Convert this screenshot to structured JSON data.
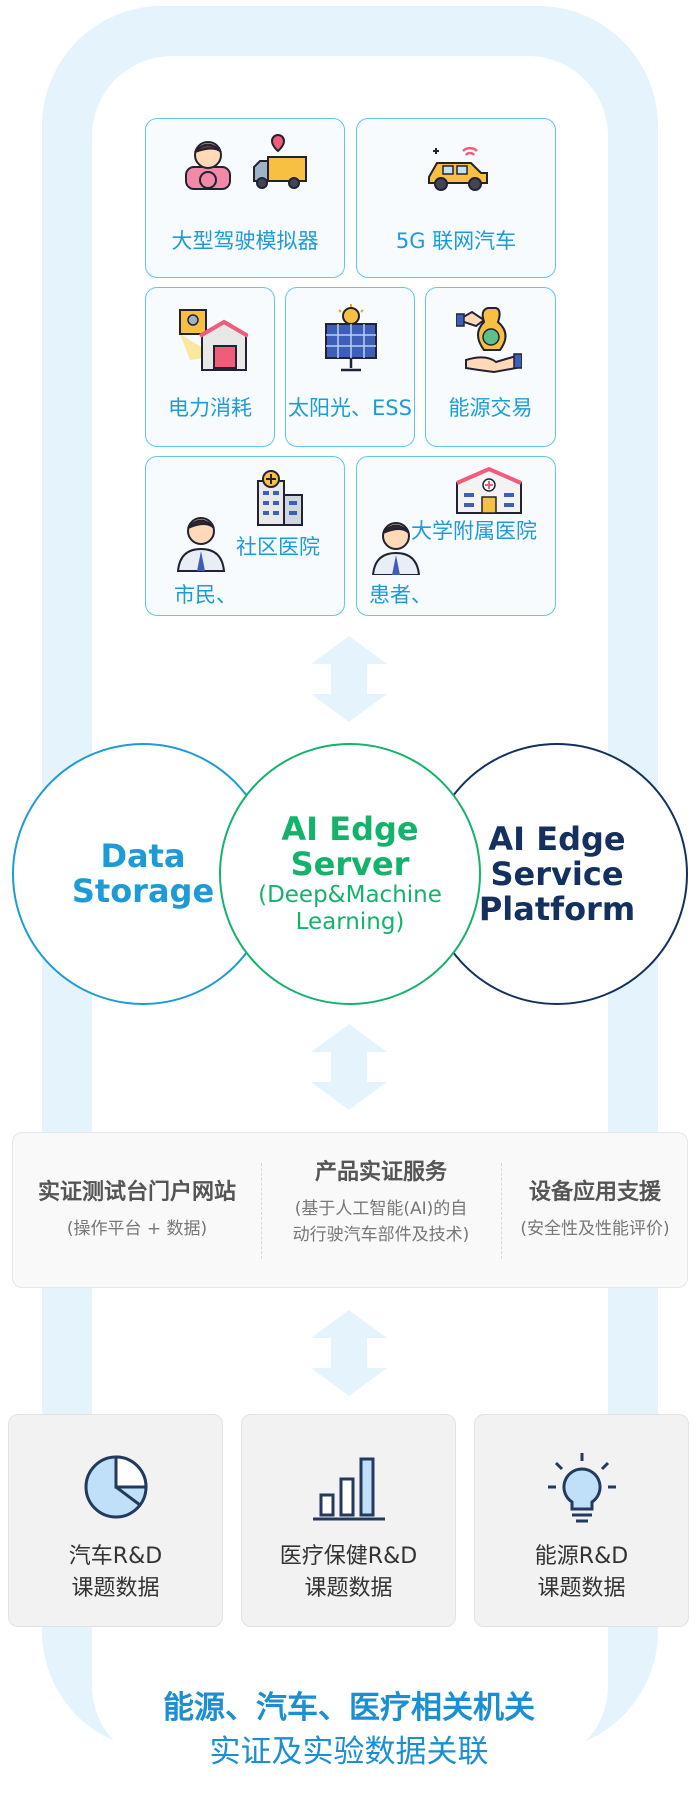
{
  "cards": {
    "simulator": "大型驾驶模拟器",
    "car5g": "5G 联网汽车",
    "power": "电力消耗",
    "solar": "太阳光、ESS",
    "trade": "能源交易",
    "community_top": "社区医院",
    "community_bottom": "市民、",
    "university_top": "大学附属医院",
    "university_bottom": "患者、"
  },
  "circles": {
    "storage": {
      "line1": "Data",
      "line2": "Storage"
    },
    "server": {
      "line1": "AI Edge",
      "line2": "Server",
      "sub1": "(Deep&Machine",
      "sub2": "Learning)"
    },
    "platform": {
      "line1": "AI Edge",
      "line2": "Service",
      "line3": "Platform"
    }
  },
  "services": [
    {
      "title": "实证测试台门户网站",
      "sub1": "(操作平台 + 数据)",
      "sub2": ""
    },
    {
      "title": "产品实证服务",
      "sub1": "(基于人工智能(AI)的自",
      "sub2": "动行驶汽车部件及技术)"
    },
    {
      "title": "设备应用支援",
      "sub1": "(安全性及性能评价)",
      "sub2": ""
    }
  ],
  "rd": [
    {
      "line1": "汽车R&D",
      "line2": "课题数据",
      "icon": "pie-chart-icon"
    },
    {
      "line1": "医疗保健R&D",
      "line2": "课题数据",
      "icon": "bar-chart-icon"
    },
    {
      "line1": "能源R&D",
      "line2": "课题数据",
      "icon": "lightbulb-icon"
    }
  ],
  "footer": {
    "line1": "能源、汽车、医疗相关机关",
    "line2": "实证及实验数据关联"
  },
  "colors": {
    "light_blue": "#1d9bd6",
    "green": "#14b36b",
    "navy": "#13305e",
    "frame": "#e4f3fc"
  }
}
